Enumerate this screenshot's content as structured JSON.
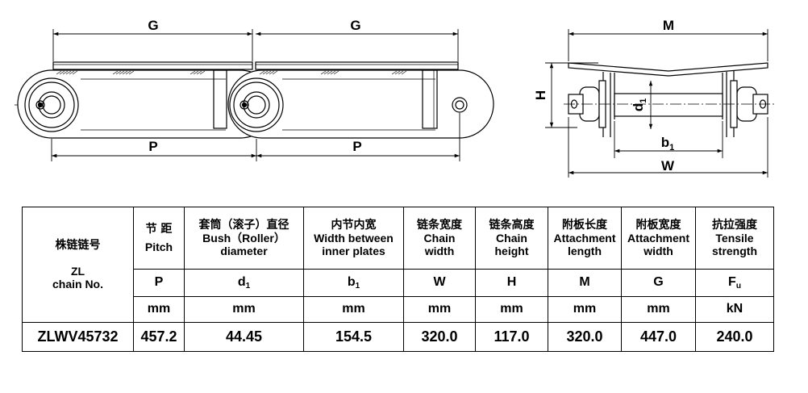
{
  "drawing": {
    "side_view": {
      "dim_G_1": "G",
      "dim_G_2": "G",
      "dim_P_1": "P",
      "dim_P_2": "P"
    },
    "end_view": {
      "dim_M": "M",
      "dim_H": "H",
      "dim_d_base": "d",
      "dim_d_sub": "1",
      "dim_b_base": "b",
      "dim_b_sub": "1",
      "dim_W": "W"
    }
  },
  "table": {
    "row_header": {
      "zh": "株链链号",
      "zl": "ZL",
      "en": "chain No."
    },
    "columns": [
      {
        "key": "pitch",
        "zh": "节 距",
        "en": [
          "Pitch"
        ],
        "symbol": "P",
        "symbol_sub": "",
        "unit": "mm"
      },
      {
        "key": "bush",
        "zh": "套筒（滚子）直径",
        "en": [
          "Bush（Roller）",
          "diameter"
        ],
        "symbol": "d",
        "symbol_sub": "1",
        "unit": "mm"
      },
      {
        "key": "width_between",
        "zh": "内节内宽",
        "en": [
          "Width between",
          "inner plates"
        ],
        "symbol": "b",
        "symbol_sub": "1",
        "unit": "mm"
      },
      {
        "key": "chain_width",
        "zh": "链条宽度",
        "en": [
          "Chain",
          "width"
        ],
        "symbol": "W",
        "symbol_sub": "",
        "unit": "mm"
      },
      {
        "key": "chain_height",
        "zh": "链条高度",
        "en": [
          "Chain",
          "height"
        ],
        "symbol": "H",
        "symbol_sub": "",
        "unit": "mm"
      },
      {
        "key": "attach_length",
        "zh": "附板长度",
        "en": [
          "Attachment",
          "length"
        ],
        "symbol": "M",
        "symbol_sub": "",
        "unit": "mm"
      },
      {
        "key": "attach_width",
        "zh": "附板宽度",
        "en": [
          "Attachment",
          "width"
        ],
        "symbol": "G",
        "symbol_sub": "",
        "unit": "mm"
      },
      {
        "key": "tensile",
        "zh": "抗拉强度",
        "en": [
          "Tensile",
          "strength"
        ],
        "symbol": "F",
        "symbol_sub": "u",
        "unit": "kN"
      }
    ],
    "rows": [
      {
        "chain_no": "ZLWV45732",
        "values": [
          "457.2",
          "44.45",
          "154.5",
          "320.0",
          "117.0",
          "320.0",
          "447.0",
          "240.0"
        ]
      }
    ]
  }
}
